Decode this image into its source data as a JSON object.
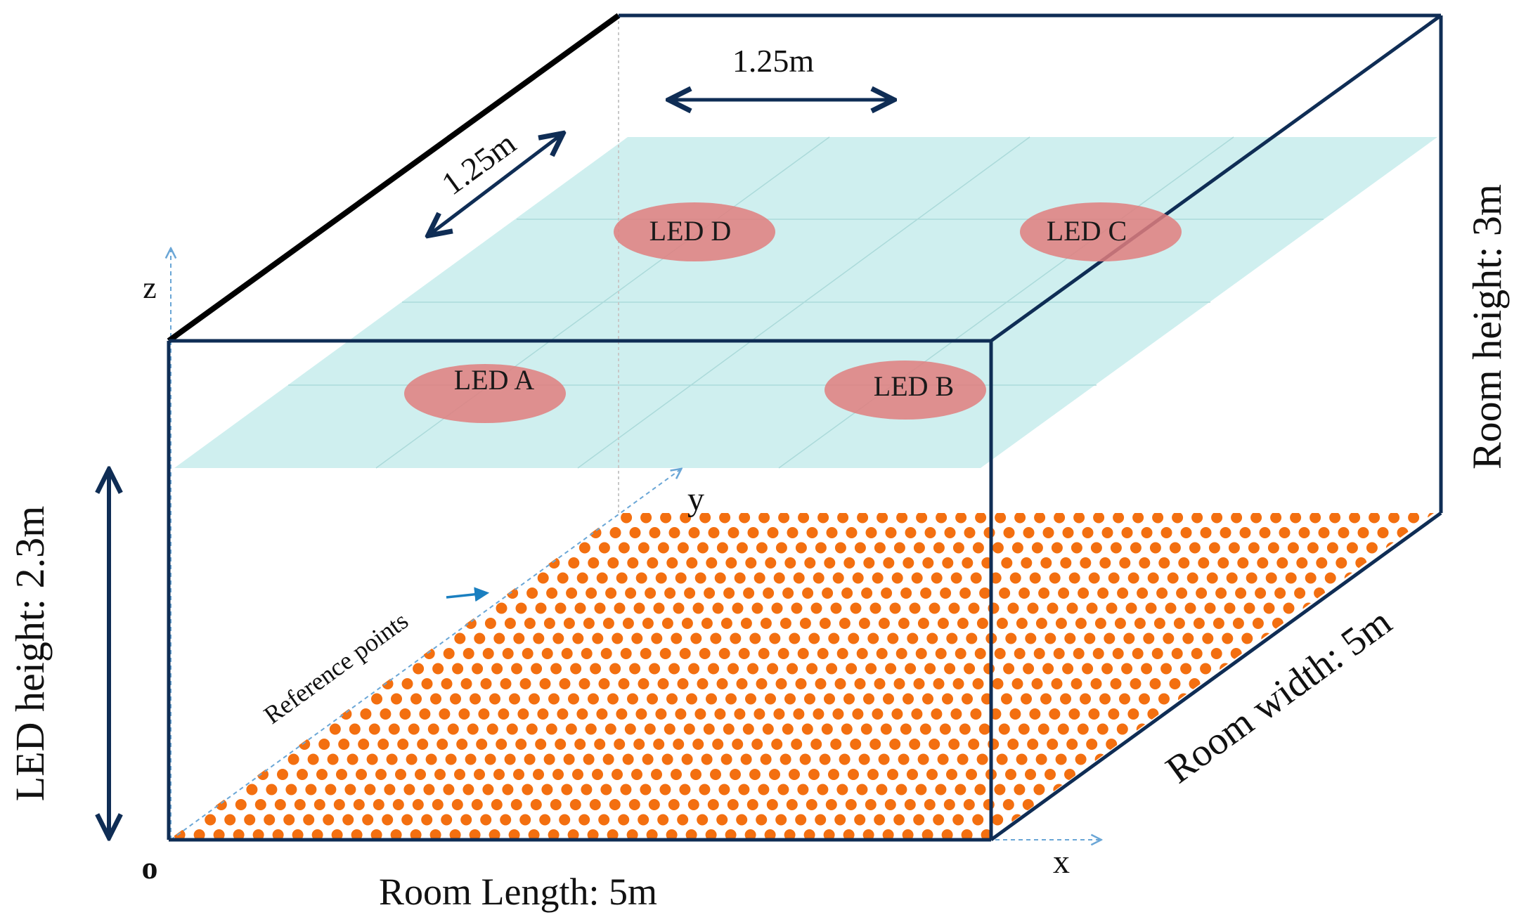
{
  "labels": {
    "dim_top_x": "1.25m",
    "dim_top_y": "1.25m",
    "axis_z": "z",
    "axis_y": "y",
    "axis_x": "x",
    "origin": "o",
    "reference_points": "Reference points",
    "room_length": "Room Length: 5m",
    "room_width": "Room width: 5m",
    "room_height": "Room height: 3m",
    "led_height": "LED height: 2.3m"
  },
  "leds": [
    {
      "id": "a",
      "label": "LED A"
    },
    {
      "id": "b",
      "label": "LED B"
    },
    {
      "id": "c",
      "label": "LED C"
    },
    {
      "id": "d",
      "label": "LED D"
    }
  ],
  "colors": {
    "room_edges": "#0f2d55",
    "back_edge": "#000000",
    "led_plane": "#bfeaea",
    "led_fill": "#e07e7e",
    "reference_points": "#f36f10",
    "axes": "#6aa6d6",
    "dimension_arrows": "#0f2d55"
  }
}
